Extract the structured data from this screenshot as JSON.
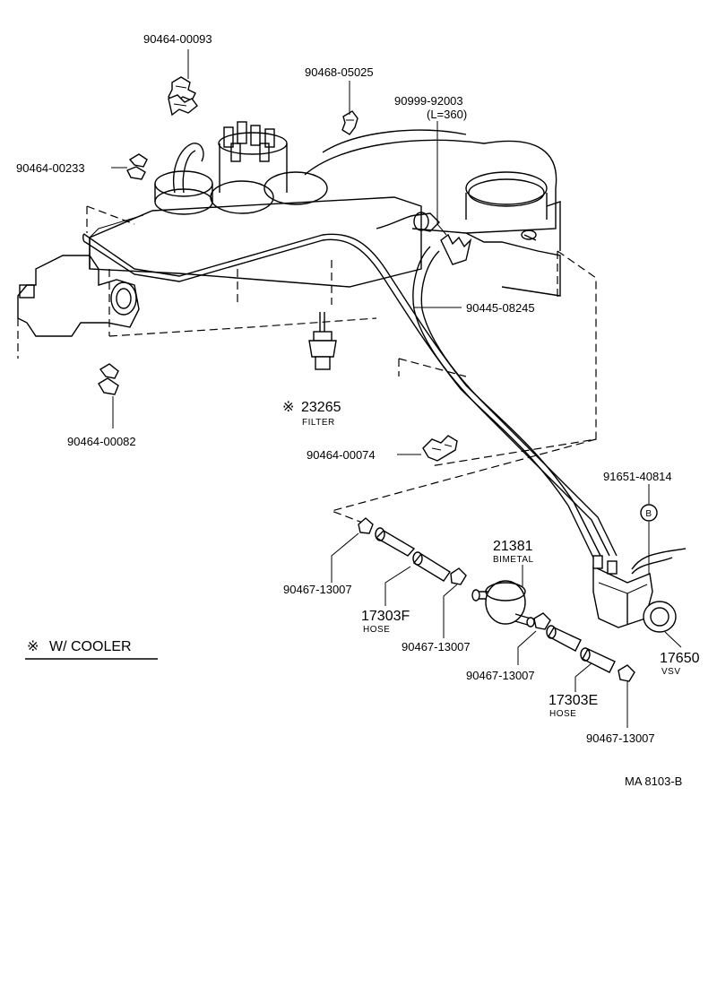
{
  "labels": {
    "p1": "90464-00093",
    "p2": "90468-05025",
    "p3": "90999-92003",
    "p3_len": "(L=360)",
    "p4": "90464-00233",
    "p5": "90445-08245",
    "p6": "23265",
    "p6_name": "FILTER",
    "p7": "90464-00082",
    "p8": "90464-00074",
    "p9": "91651-40814",
    "p9_mark": "B",
    "p10": "21381",
    "p10_name": "BIMETAL",
    "p11": "90467-13007",
    "p12": "17303F",
    "p12_name": "HOSE",
    "p13": "90467-13007",
    "p14": "90467-13007",
    "p15": "17303E",
    "p15_name": "HOSE",
    "p16": "90467-13007",
    "p17": "17650",
    "p17_name": "VSV",
    "asterisk": "※",
    "note": "W/ COOLER",
    "ref": "MA  8103-B"
  }
}
